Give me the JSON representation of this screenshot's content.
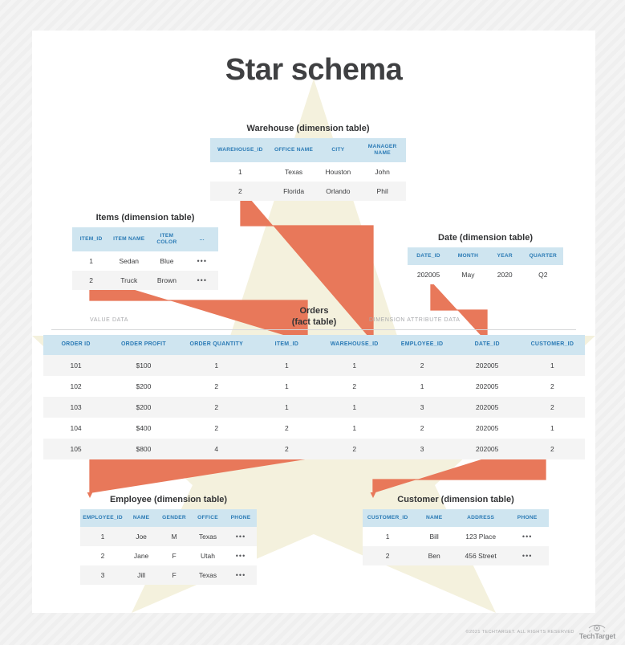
{
  "title": "Star schema",
  "group_labels": {
    "value_data": "VALUE DATA",
    "dimension_attribute_data": "DIMENSION ATTRIBUTE DATA"
  },
  "colors": {
    "star_fill": "#f4f1dd",
    "header_bg": "#cfe5f0",
    "header_text": "#2a7ab5",
    "connector": "#e8785a",
    "title_text": "#3f4042",
    "row_alt_bg": "#f4f4f4"
  },
  "fact_table": {
    "name": "Orders",
    "caption_line1": "Orders",
    "caption_line2": "(fact table)",
    "columns": [
      "ORDER ID",
      "ORDER PROFIT",
      "ORDER QUANTITY",
      "ITEM_ID",
      "WAREHOUSE_ID",
      "EMPLOYEE_ID",
      "DATE_ID",
      "CUSTOMER_ID"
    ],
    "rows": [
      [
        "101",
        "$100",
        "1",
        "1",
        "1",
        "2",
        "202005",
        "1"
      ],
      [
        "102",
        "$200",
        "2",
        "1",
        "2",
        "1",
        "202005",
        "2"
      ],
      [
        "103",
        "$200",
        "2",
        "1",
        "1",
        "3",
        "202005",
        "2"
      ],
      [
        "104",
        "$400",
        "2",
        "2",
        "1",
        "2",
        "202005",
        "1"
      ],
      [
        "105",
        "$800",
        "4",
        "2",
        "2",
        "3",
        "202005",
        "2"
      ]
    ]
  },
  "dimension_tables": {
    "warehouse": {
      "caption": "Warehouse (dimension table)",
      "columns": [
        "WAREHOUSE_ID",
        "OFFICE NAME",
        "CITY",
        "MANAGER NAME"
      ],
      "rows": [
        [
          "1",
          "Texas",
          "Houston",
          "John"
        ],
        [
          "2",
          "Florida",
          "Orlando",
          "Phil"
        ]
      ]
    },
    "items": {
      "caption": "Items (dimension table)",
      "columns": [
        "ITEM_ID",
        "ITEM NAME",
        "ITEM COLOR",
        "..."
      ],
      "rows": [
        [
          "1",
          "Sedan",
          "Blue",
          "•••"
        ],
        [
          "2",
          "Truck",
          "Brown",
          "•••"
        ]
      ]
    },
    "date": {
      "caption": "Date (dimension table)",
      "columns": [
        "DATE_ID",
        "MONTH",
        "YEAR",
        "QUARTER"
      ],
      "rows": [
        [
          "202005",
          "May",
          "2020",
          "Q2"
        ]
      ]
    },
    "employee": {
      "caption": "Employee (dimension table)",
      "columns": [
        "EMPLOYEE_ID",
        "NAME",
        "GENDER",
        "OFFICE",
        "PHONE"
      ],
      "rows": [
        [
          "1",
          "Joe",
          "M",
          "Texas",
          "•••"
        ],
        [
          "2",
          "Jane",
          "F",
          "Utah",
          "•••"
        ],
        [
          "3",
          "Jill",
          "F",
          "Texas",
          "•••"
        ]
      ]
    },
    "customer": {
      "caption": "Customer (dimension table)",
      "columns": [
        "CUSTOMER_ID",
        "NAME",
        "ADDRESS",
        "PHONE"
      ],
      "rows": [
        [
          "1",
          "Bill",
          "123 Place",
          "•••"
        ],
        [
          "2",
          "Ben",
          "456 Street",
          "•••"
        ]
      ]
    }
  },
  "footer": {
    "copyright": "©2021 TECHTARGET. ALL RIGHTS RESERVED",
    "brand": "TechTarget"
  }
}
